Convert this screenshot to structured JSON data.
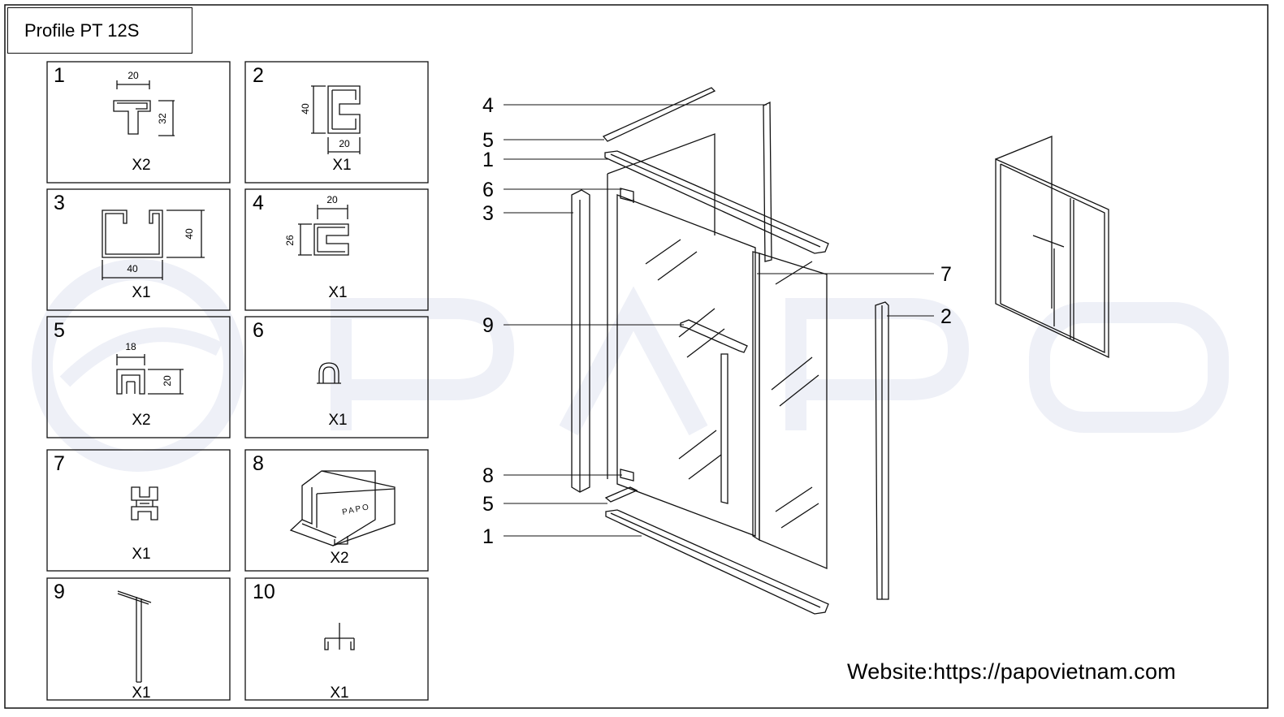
{
  "title": "Profile PT 12S",
  "website": "Website:https://papovietnam.com",
  "watermark": "PAPO",
  "parts": [
    {
      "num": "1",
      "qty": "X2",
      "dims": [
        "20",
        "32"
      ]
    },
    {
      "num": "2",
      "qty": "X1",
      "dims": [
        "40",
        "20"
      ]
    },
    {
      "num": "3",
      "qty": "X1",
      "dims": [
        "40",
        "40"
      ]
    },
    {
      "num": "4",
      "qty": "X1",
      "dims": [
        "20",
        "26"
      ]
    },
    {
      "num": "5",
      "qty": "X2",
      "dims": [
        "18",
        "20"
      ]
    },
    {
      "num": "6",
      "qty": "X1",
      "dims": []
    },
    {
      "num": "7",
      "qty": "X1",
      "dims": []
    },
    {
      "num": "8",
      "qty": "X2",
      "dims": [],
      "brand": "PAPO"
    },
    {
      "num": "9",
      "qty": "X1",
      "dims": []
    },
    {
      "num": "10",
      "qty": "X1",
      "dims": []
    }
  ],
  "callouts": [
    "4",
    "5",
    "1",
    "6",
    "3",
    "9",
    "8",
    "5",
    "1",
    "7",
    "2"
  ],
  "colors": {
    "line": "#111111",
    "watermark": "#eef0f7"
  }
}
